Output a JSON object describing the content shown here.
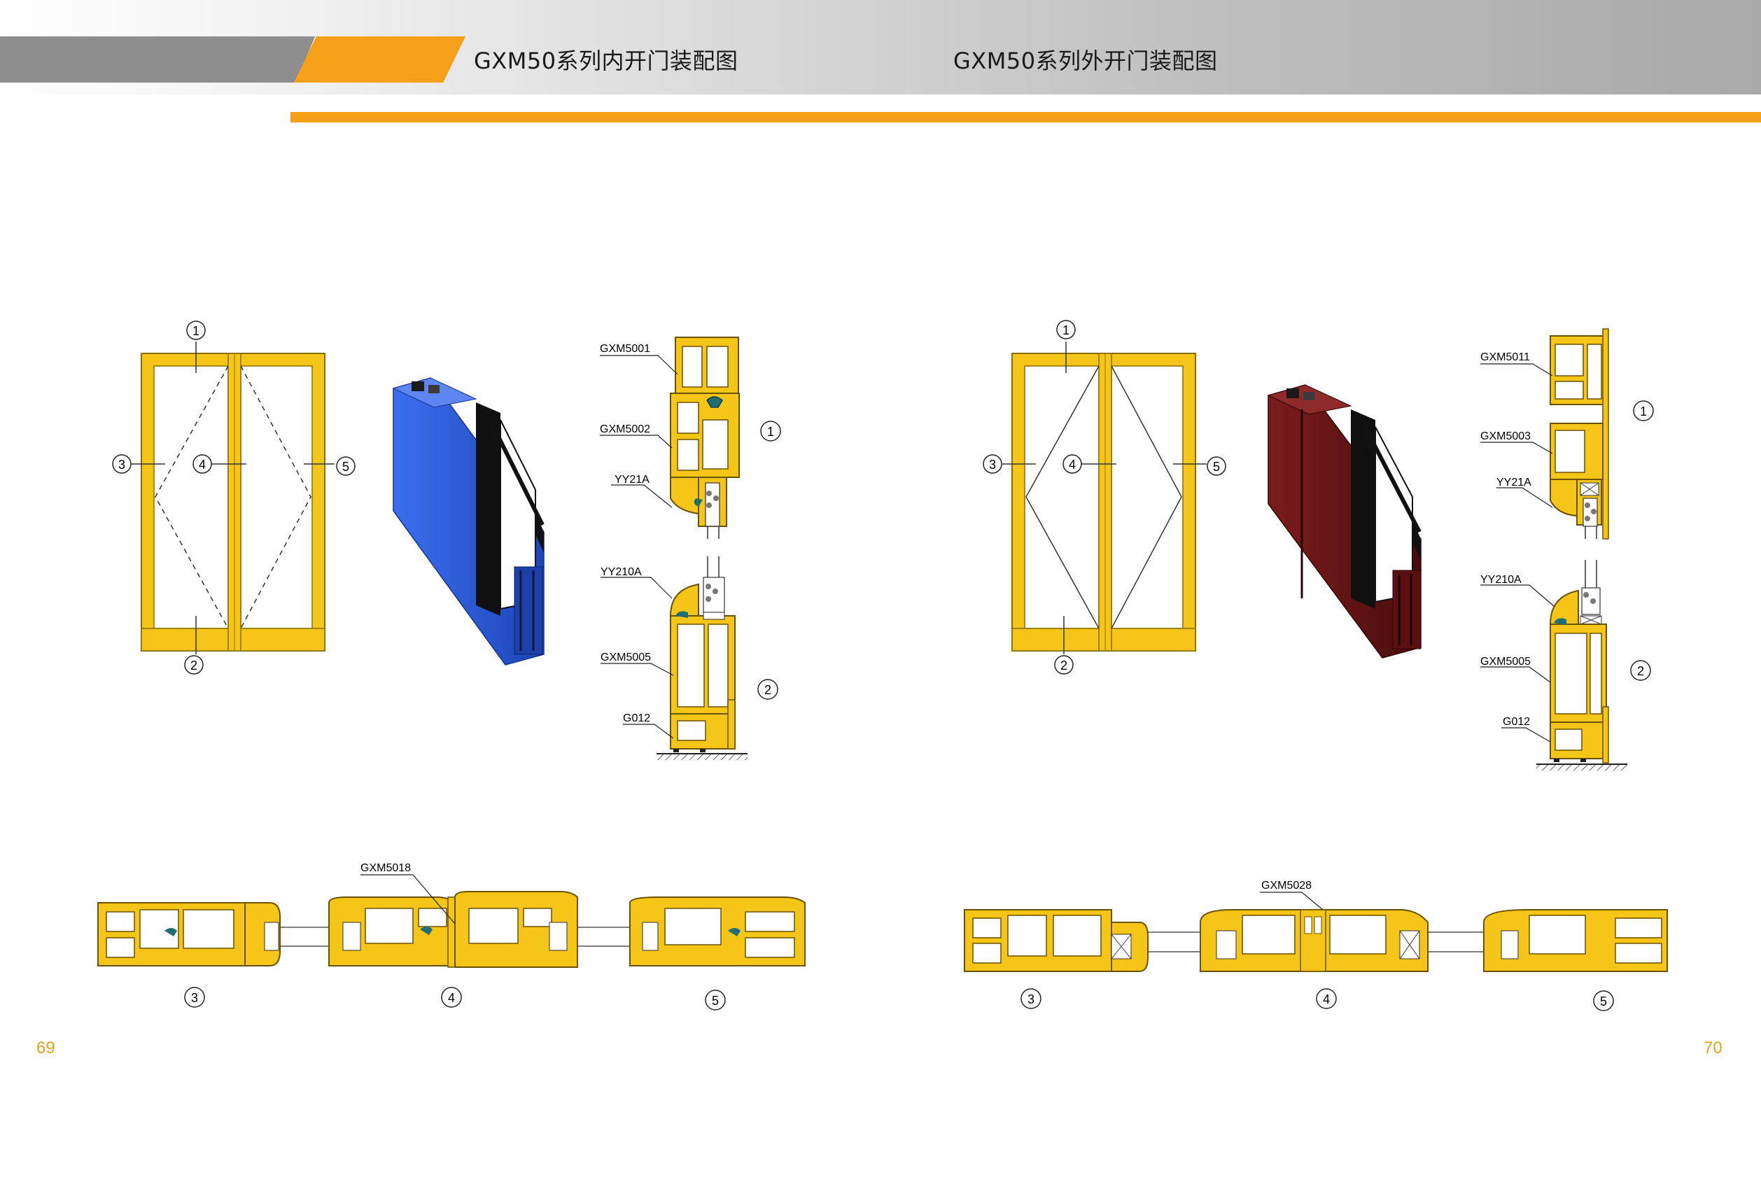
{
  "header": {
    "title_left": "GXM50系列内开门装配图",
    "title_right": "GXM50系列外开门装配图"
  },
  "page_numbers": {
    "left": "69",
    "right": "70"
  },
  "left_drawing": {
    "callouts_elevation": [
      "1",
      "2",
      "3",
      "4",
      "5"
    ],
    "section_labels": {
      "top": [
        "GXM5001",
        "GXM5002",
        "YY21A"
      ],
      "bottom": [
        "YY210A",
        "GXM5005",
        "G012"
      ],
      "callout_top": "1",
      "callout_bottom": "2"
    },
    "horizontal_label": "GXM5018",
    "horizontal_callouts": [
      "3",
      "4",
      "5"
    ]
  },
  "right_drawing": {
    "callouts_elevation": [
      "1",
      "2",
      "3",
      "4",
      "5"
    ],
    "section_labels": {
      "top": [
        "GXM5011",
        "GXM5003",
        "YY21A"
      ],
      "bottom": [
        "YY210A",
        "GXM5005",
        "G012"
      ],
      "callout_top": "1",
      "callout_bottom": "2"
    },
    "horizontal_label": "GXM5028",
    "horizontal_callouts": [
      "3",
      "4",
      "5"
    ]
  },
  "colors": {
    "accent_orange": "#f6a01a",
    "profile_yellow": "#f5c518",
    "profile_outline": "#8a6d00",
    "render_blue": "#2a5bd8",
    "render_maroon": "#6a1414"
  }
}
